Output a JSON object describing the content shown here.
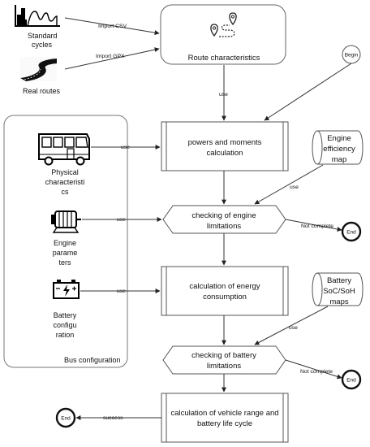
{
  "inputs": {
    "standard_cycles": [
      "Standard",
      "cycles"
    ],
    "real_routes": "Real routes",
    "import_csv": "Import CSV",
    "import_gpx": "Import GPX"
  },
  "route_characteristics": "Route characteristics",
  "begin": "Begin",
  "use": "use",
  "powers_moments": [
    "powers and moments",
    "calculation"
  ],
  "engine_efficiency_map": [
    "Engine",
    "efficiency",
    "map"
  ],
  "checking_engine": [
    "checking of engine",
    "limitations"
  ],
  "not_complete": "Not complete",
  "end": "End",
  "energy_consumption": [
    "calculation of energy",
    "consumption"
  ],
  "battery_maps": [
    "Battery",
    "SoC/SoH",
    "maps"
  ],
  "checking_battery": [
    "checking of battery",
    "limitations"
  ],
  "range_calc": [
    "calculation of vehicle range and",
    "battery life cycle"
  ],
  "success": "success",
  "bus_configuration": {
    "title": "Bus configuration",
    "physical": [
      "Physical",
      "characteristi",
      "cs"
    ],
    "engine_params": [
      "Engine",
      "parame",
      "ters"
    ],
    "battery_config": [
      "Battery",
      "configu",
      "ration"
    ]
  }
}
